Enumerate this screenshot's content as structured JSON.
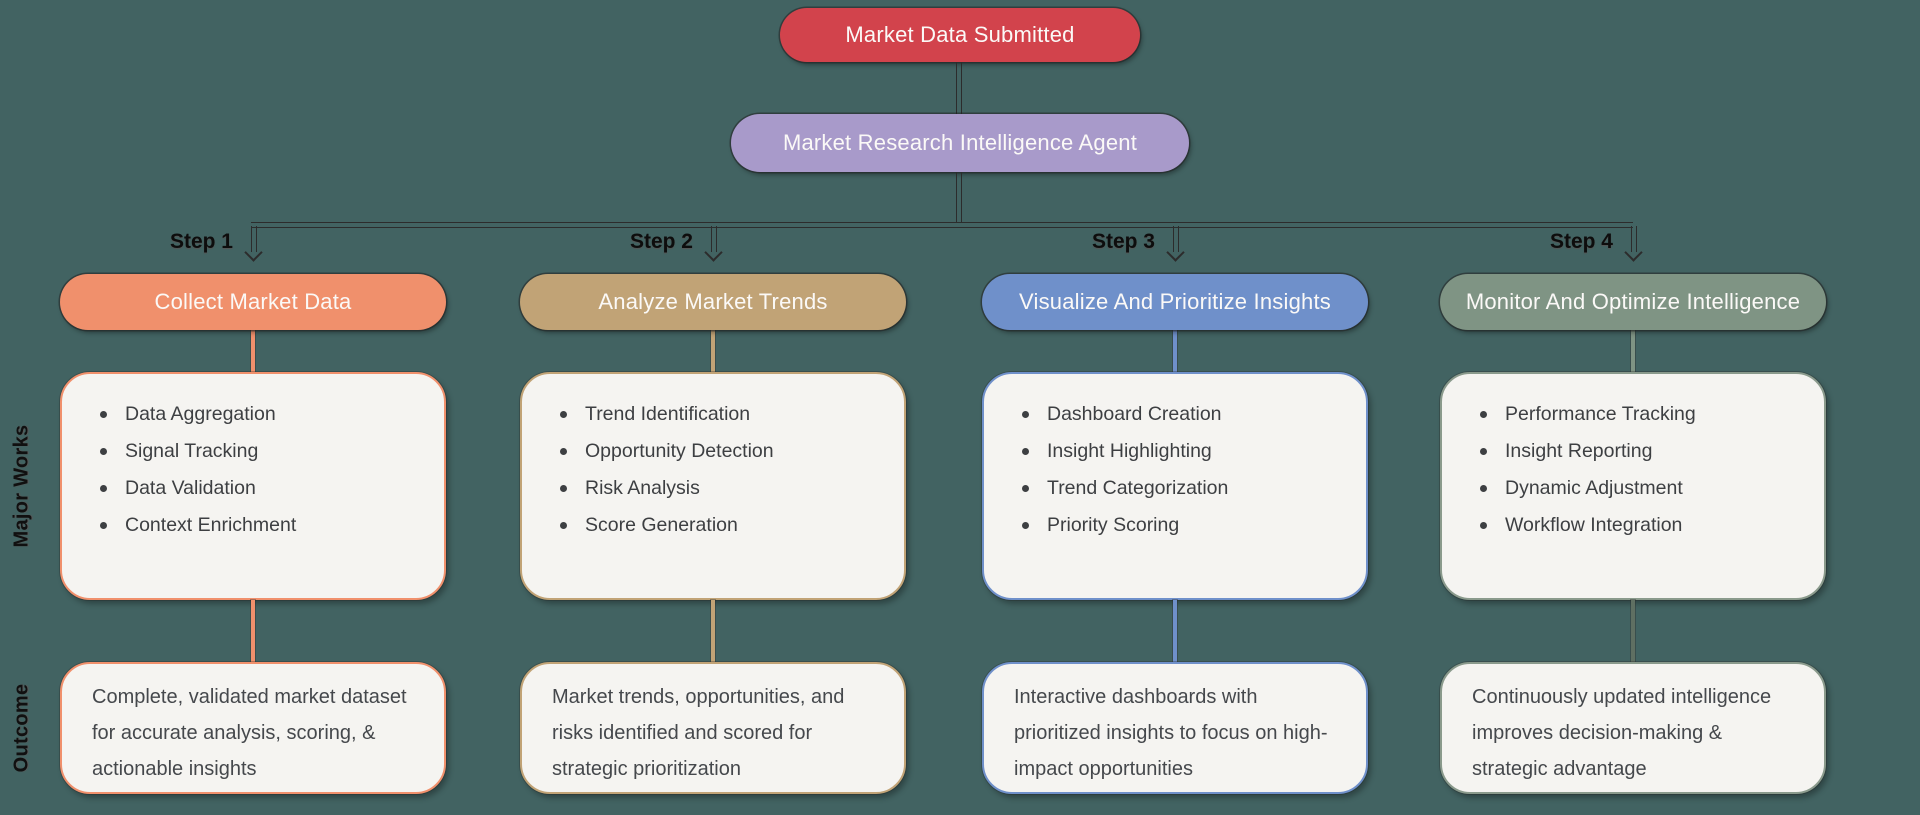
{
  "flow": {
    "start_node": {
      "label": "Market Data Submitted",
      "color": "#d2434c"
    },
    "agent_node": {
      "label": "Market Research Intelligence Agent",
      "color": "#a89aca"
    },
    "row_labels": {
      "major_works": "Major Works",
      "outcome": "Outcome"
    },
    "line_color": "#2c2c2c",
    "box_background": "#f5f4f1",
    "steps": [
      {
        "step_label": "Step 1",
        "title": "Collect Market Data",
        "color": "#f0906c",
        "major_works": [
          "Data Aggregation",
          "Signal Tracking",
          "Data Validation",
          "Context Enrichment"
        ],
        "outcome": "Complete, validated market dataset for accurate analysis, scoring, & actionable insights"
      },
      {
        "step_label": "Step 2",
        "title": "Analyze Market Trends",
        "color": "#c1a376",
        "major_works": [
          "Trend Identification",
          "Opportunity Detection",
          "Risk Analysis",
          "Score Generation"
        ],
        "outcome": "Market trends, opportunities, and risks identified and scored for strategic prioritization"
      },
      {
        "step_label": "Step 3",
        "title": "Visualize And Prioritize Insights",
        "color": "#6f90ca",
        "major_works": [
          "Dashboard Creation",
          "Insight Highlighting",
          "Trend Categorization",
          "Priority Scoring"
        ],
        "outcome": "Interactive dashboards with prioritized insights to focus on high-impact opportunities"
      },
      {
        "step_label": "Step 4",
        "title": "Monitor And Optimize Intelligence",
        "color": "#7f9484",
        "major_works": [
          "Performance Tracking",
          "Insight Reporting",
          "Dynamic Adjustment",
          "Workflow Integration"
        ],
        "outcome": "Continuously updated intelligence improves decision-making & strategic advantage"
      }
    ]
  }
}
